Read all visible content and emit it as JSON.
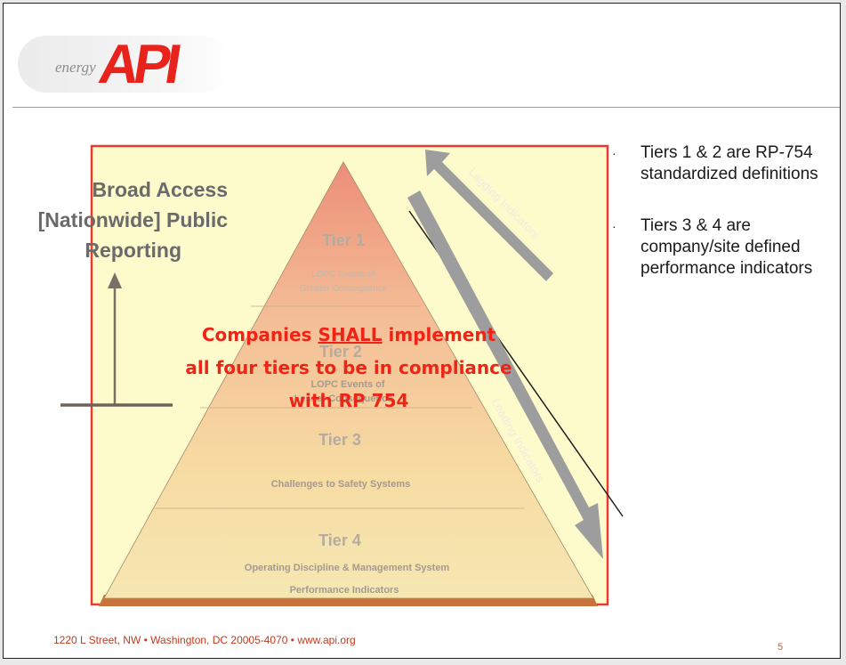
{
  "logo": {
    "energy_text": "energy",
    "brand_text": "API"
  },
  "left_label": {
    "line1": "Broad Access",
    "line2": "[Nationwide] Public",
    "line3": "Reporting"
  },
  "pyramid": {
    "tiers": [
      {
        "title": "Tier 1",
        "subtitle_1": "LOPC Events of",
        "subtitle_2": "Greater Consequence"
      },
      {
        "title": "Tier 2",
        "subtitle_1": "LOPC Events of",
        "subtitle_2": "Lesser Consequence"
      },
      {
        "title": "Tier 3",
        "subtitle_1": "Challenges to Safety Systems"
      },
      {
        "title": "Tier 4",
        "subtitle_1": "Operating Discipline & Management System",
        "subtitle_2": "Performance Indicators"
      }
    ]
  },
  "arrows": {
    "lagging": "Lagging Indicators",
    "leading": "Leading Indicators"
  },
  "callout": {
    "pre": "Companies ",
    "shall": "SHALL",
    "post": " implement",
    "line2": "all four tiers to be in compliance",
    "line3": "with RP 754"
  },
  "bullets": [
    {
      "marker": "·",
      "text": "Tiers 1 & 2 are RP-754 standardized definitions"
    },
    {
      "marker": "·",
      "text": "Tiers 3 & 4 are company/site defined performance indicators"
    }
  ],
  "footer": {
    "address": "1220 L Street, NW  •  Washington, DC 20005-4070  •  www.api.org",
    "page": "5"
  },
  "colors": {
    "brand_red": "#e8231b",
    "overlay_fill": "#fdf9c6",
    "overlay_border": "#ee3a2e",
    "callout_red": "#ee2416"
  }
}
